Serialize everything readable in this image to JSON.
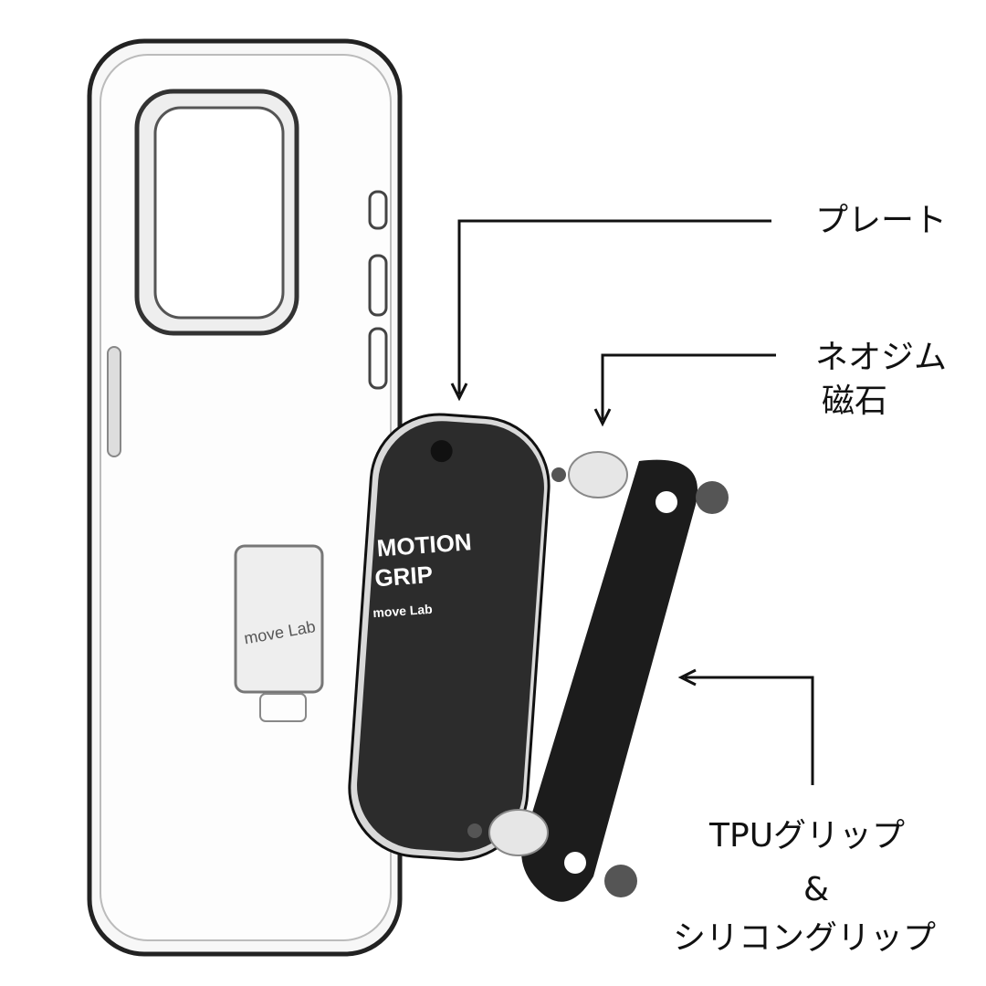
{
  "labels": {
    "plate": "プレート",
    "magnet_line1": "ネオジム",
    "magnet_line2": "磁石",
    "grip_line1": "TPUグリップ",
    "grip_line2": "&",
    "grip_line3": "シリコングリップ"
  },
  "product": {
    "plate_title_1": "MOTION",
    "plate_title_2": "GRIP",
    "brand": "move Lab",
    "case_brand": "move Lab"
  }
}
